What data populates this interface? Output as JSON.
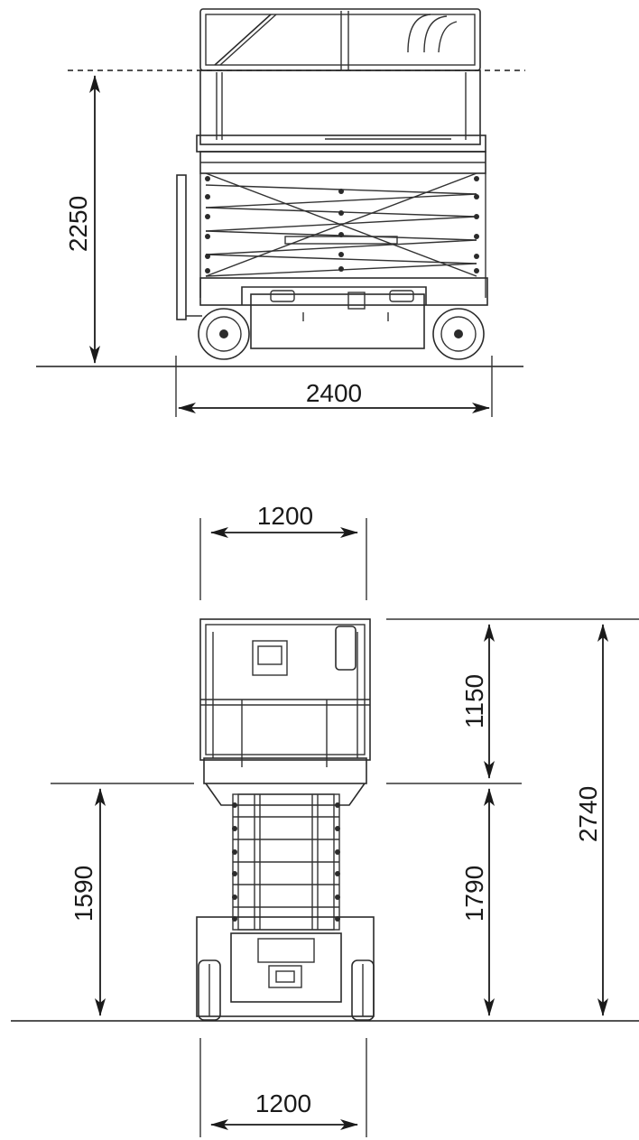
{
  "side_view": {
    "height_label": "2250",
    "length_label": "2400"
  },
  "front_view": {
    "platform_width_label": "1200",
    "guardrail_height_label": "1150",
    "platform_floor_height_label": "1590",
    "stowed_floor_height_label": "1790",
    "overall_height_label": "2740",
    "chassis_width_label": "1200"
  }
}
